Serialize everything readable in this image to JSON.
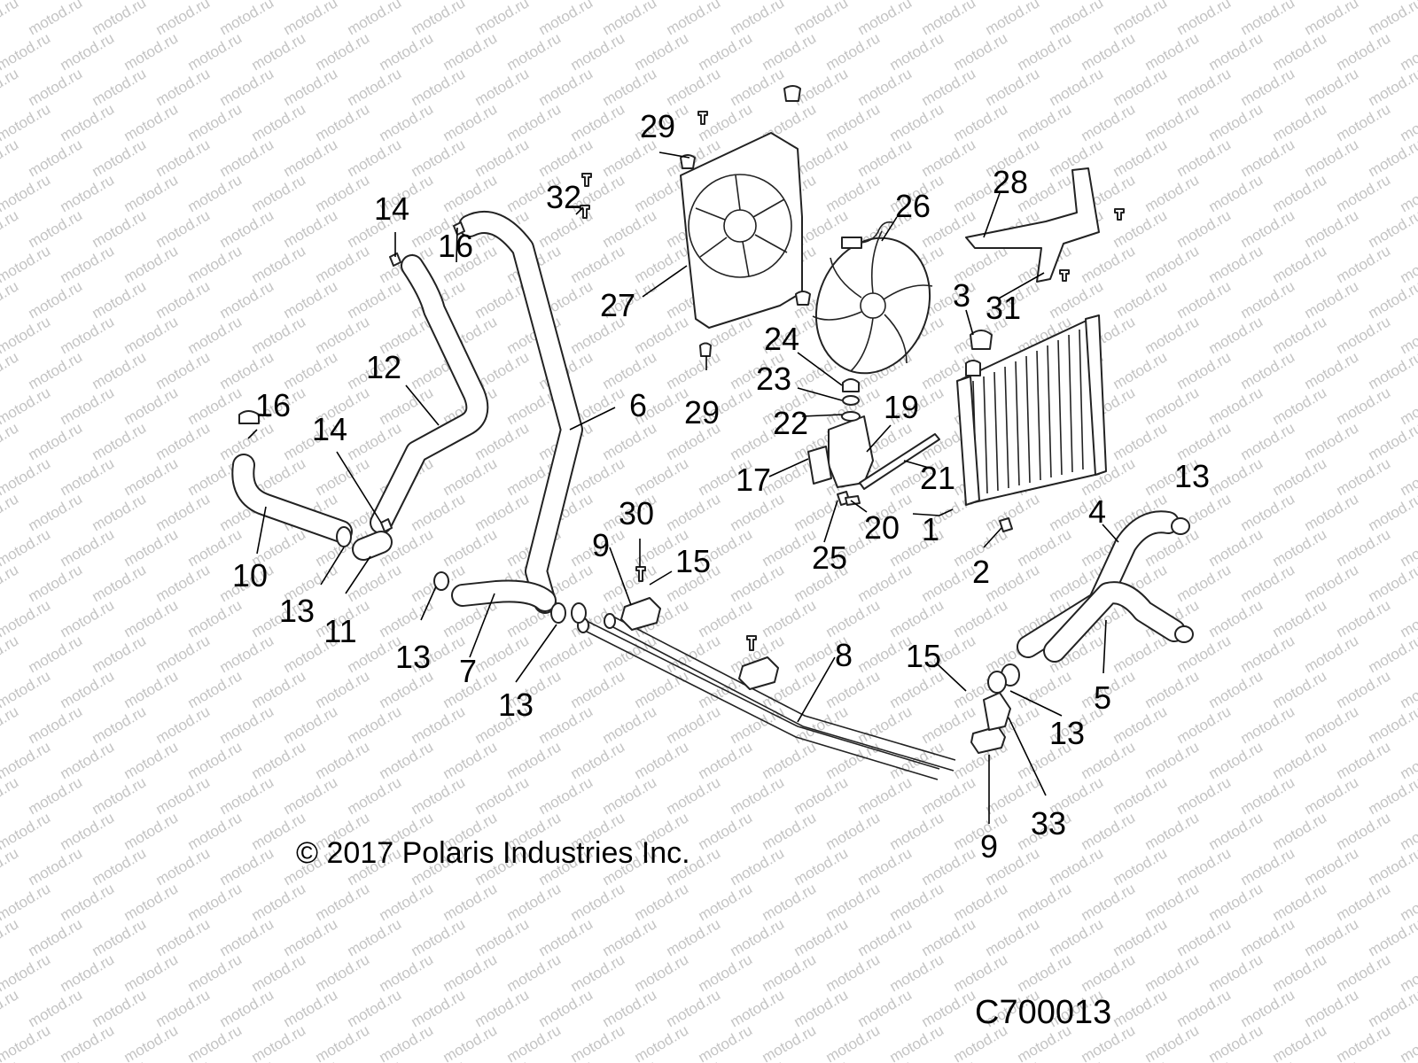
{
  "watermark": {
    "text": "motod.ru"
  },
  "copyright": "© 2017 Polaris Industries Inc.",
  "diagram_code": "C700013",
  "callouts": [
    {
      "id": "c29a",
      "label": "29"
    },
    {
      "id": "c32",
      "label": "32"
    },
    {
      "id": "c28",
      "label": "28"
    },
    {
      "id": "c26",
      "label": "26"
    },
    {
      "id": "c14a",
      "label": "14"
    },
    {
      "id": "c16a",
      "label": "16"
    },
    {
      "id": "c27",
      "label": "27"
    },
    {
      "id": "c3",
      "label": "3"
    },
    {
      "id": "c31",
      "label": "31"
    },
    {
      "id": "c24",
      "label": "24"
    },
    {
      "id": "c12",
      "label": "12"
    },
    {
      "id": "c23",
      "label": "23"
    },
    {
      "id": "c29b",
      "label": "29"
    },
    {
      "id": "c16b",
      "label": "16"
    },
    {
      "id": "c6",
      "label": "6"
    },
    {
      "id": "c22",
      "label": "22"
    },
    {
      "id": "c19",
      "label": "19"
    },
    {
      "id": "c14b",
      "label": "14"
    },
    {
      "id": "c17",
      "label": "17"
    },
    {
      "id": "c21",
      "label": "21"
    },
    {
      "id": "c13a",
      "label": "13"
    },
    {
      "id": "c20",
      "label": "20"
    },
    {
      "id": "c1",
      "label": "1"
    },
    {
      "id": "c30",
      "label": "30"
    },
    {
      "id": "c4",
      "label": "4"
    },
    {
      "id": "c9a",
      "label": "9"
    },
    {
      "id": "c15a",
      "label": "15"
    },
    {
      "id": "c25",
      "label": "25"
    },
    {
      "id": "c2",
      "label": "2"
    },
    {
      "id": "c10",
      "label": "10"
    },
    {
      "id": "c13b",
      "label": "13"
    },
    {
      "id": "c11",
      "label": "11"
    },
    {
      "id": "c13c",
      "label": "13"
    },
    {
      "id": "c7",
      "label": "7"
    },
    {
      "id": "c8",
      "label": "8"
    },
    {
      "id": "c15b",
      "label": "15"
    },
    {
      "id": "c13d",
      "label": "13"
    },
    {
      "id": "c5",
      "label": "5"
    },
    {
      "id": "c13e",
      "label": "13"
    },
    {
      "id": "c33",
      "label": "33"
    },
    {
      "id": "c9b",
      "label": "9"
    }
  ]
}
